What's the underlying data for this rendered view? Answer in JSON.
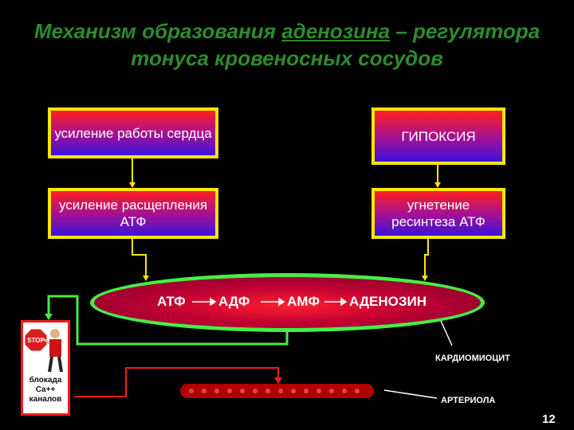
{
  "title": {
    "line1_before": "Механизм образования ",
    "line1_link": "аденозина",
    "line1_after": " – регулятора",
    "line2": "тонуса кровеносных сосудов"
  },
  "boxes": {
    "heart_work": "усиление работы сердца",
    "hypoxia": "ГИПОКСИЯ",
    "atp_split": "усиление расщепления АТФ",
    "atp_resynth": "угнетение ресинтеза АТФ"
  },
  "chain": {
    "atp": "АТФ",
    "adp": "АДФ",
    "amp": "АМФ",
    "adenosine": "АДЕНОЗИН"
  },
  "labels": {
    "cardiomyocyte": "КАРДИОМИОЦИТ",
    "arteriole": "АРТЕРИОЛА",
    "blockade": "блокада Са++ каналов",
    "stop_sign": "STOP"
  },
  "page_number": "12",
  "colors": {
    "title": "#2e8b2e",
    "box_border": "#ffe600",
    "ellipse_border": "#45ee45",
    "red_line": "#ff1a1a",
    "yellow_line": "#ffe600"
  }
}
